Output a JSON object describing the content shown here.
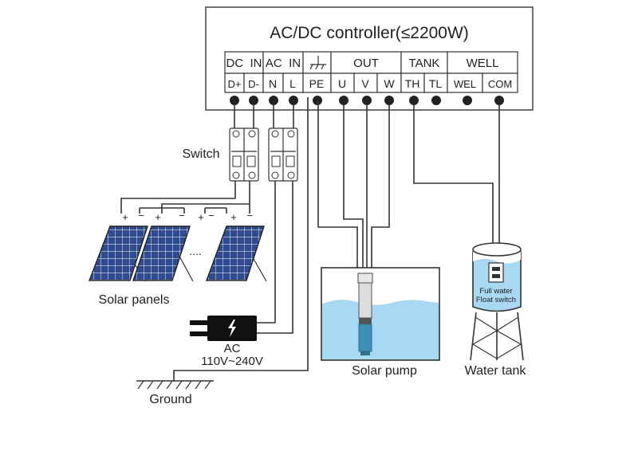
{
  "controller": {
    "title": "AC/DC controller(≤2200W)",
    "groups": [
      {
        "label": "DC  IN",
        "terminals": [
          "D+",
          "D-"
        ]
      },
      {
        "label": "AC  IN",
        "terminals": [
          "N",
          "L"
        ]
      },
      {
        "label": "",
        "terminals": [
          "PE"
        ]
      },
      {
        "label": "OUT",
        "terminals": [
          "U",
          "V",
          "W"
        ]
      },
      {
        "label": "TANK",
        "terminals": [
          "TH",
          "TL"
        ]
      },
      {
        "label": "WELL",
        "terminals": [
          "WEL",
          "COM"
        ]
      }
    ]
  },
  "switch_label": "Switch",
  "solar": {
    "label": "Solar panels",
    "ellipsis": "....",
    "polarity": [
      "+",
      "−",
      "+",
      "−",
      "+",
      "−",
      "+",
      "−"
    ]
  },
  "ac": {
    "label": "AC",
    "voltage": "110V~240V"
  },
  "ground_label": "Ground",
  "pump_label": "Solar pump",
  "tank": {
    "label": "Water tank",
    "float_line1": "Full water",
    "float_line2": "Float switch"
  },
  "colors": {
    "water": "#a9d8f2",
    "water_dark": "#7cc2ea",
    "panel": "#2f4a8f",
    "panel_grid": "#ffffff"
  }
}
